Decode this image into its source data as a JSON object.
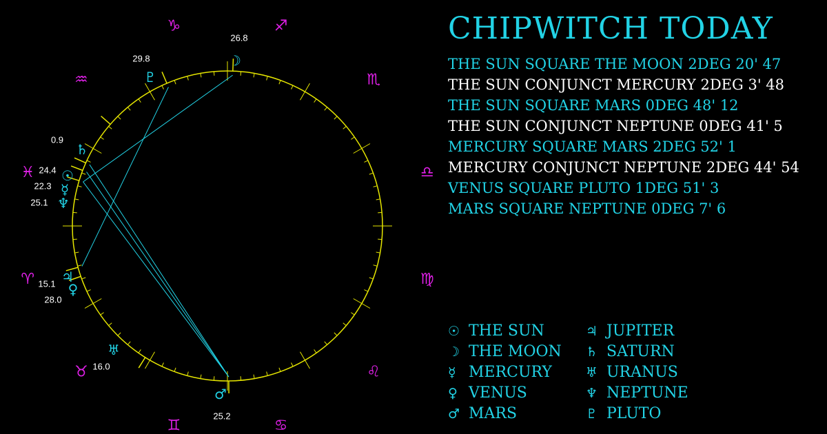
{
  "colors": {
    "background": "#000000",
    "cyan": "#22d3e6",
    "white": "#ffffff",
    "magenta": "#e020e8",
    "ring": "#e6e600",
    "label": "#ffffff"
  },
  "title": "CHIPWITCH TODAY",
  "aspects": [
    {
      "text": "THE SUN SQUARE THE MOON 2DEG 20' 47",
      "color": "cyan"
    },
    {
      "text": "THE SUN CONJUNCT MERCURY 2DEG 3' 48",
      "color": "white"
    },
    {
      "text": "THE SUN SQUARE MARS 0DEG 48' 12",
      "color": "cyan"
    },
    {
      "text": "THE SUN CONJUNCT NEPTUNE 0DEG 41' 5",
      "color": "white"
    },
    {
      "text": "MERCURY SQUARE MARS 2DEG 52' 1",
      "color": "cyan"
    },
    {
      "text": "MERCURY CONJUNCT NEPTUNE 2DEG 44' 54",
      "color": "white"
    },
    {
      "text": "VENUS SQUARE PLUTO 1DEG 51' 3",
      "color": "cyan"
    },
    {
      "text": "MARS SQUARE NEPTUNE 0DEG 7' 6",
      "color": "cyan"
    }
  ],
  "legend": [
    {
      "symbol": "☉",
      "icon": "sun-icon",
      "label": "THE SUN"
    },
    {
      "symbol": "☽",
      "icon": "moon-icon",
      "label": "THE MOON"
    },
    {
      "symbol": "☿",
      "icon": "mercury-icon",
      "label": "MERCURY"
    },
    {
      "symbol": "♀",
      "icon": "venus-icon",
      "label": "VENUS"
    },
    {
      "symbol": "♂",
      "icon": "mars-icon",
      "label": "MARS"
    },
    {
      "symbol": "♃",
      "icon": "jupiter-icon",
      "label": "JUPITER"
    },
    {
      "symbol": "♄",
      "icon": "saturn-icon",
      "label": "SATURN"
    },
    {
      "symbol": "♅",
      "icon": "uranus-icon",
      "label": "URANUS"
    },
    {
      "symbol": "♆",
      "icon": "neptune-icon",
      "label": "NEPTUNE"
    },
    {
      "symbol": "♇",
      "icon": "pluto-icon",
      "label": "PLUTO"
    }
  ],
  "zodiac": [
    {
      "symbol": "♈",
      "icon": "aries-icon"
    },
    {
      "symbol": "♉",
      "icon": "taurus-icon"
    },
    {
      "symbol": "♊",
      "icon": "gemini-icon"
    },
    {
      "symbol": "♋",
      "icon": "cancer-icon"
    },
    {
      "symbol": "♌",
      "icon": "leo-icon"
    },
    {
      "symbol": "♍",
      "icon": "virgo-icon"
    },
    {
      "symbol": "♎",
      "icon": "libra-icon"
    },
    {
      "symbol": "♏",
      "icon": "scorpio-icon"
    },
    {
      "symbol": "♐",
      "icon": "sagittarius-icon"
    },
    {
      "symbol": "♑",
      "icon": "capricorn-icon"
    },
    {
      "symbol": "♒",
      "icon": "aquarius-icon"
    },
    {
      "symbol": "♓",
      "icon": "pisces-icon"
    }
  ],
  "planets": [
    {
      "key": "sun",
      "symbol": "☉",
      "icon": "sun-icon",
      "sign": "pisces",
      "degree": "24.4"
    },
    {
      "key": "moon",
      "symbol": "☽",
      "icon": "moon-icon",
      "sign": "sagittarius",
      "degree": "26.8"
    },
    {
      "key": "mercury",
      "symbol": "☿",
      "icon": "mercury-icon",
      "sign": "pisces",
      "degree": "22.3"
    },
    {
      "key": "venus",
      "symbol": "♀",
      "icon": "venus-icon",
      "sign": "aries",
      "degree": "28.0"
    },
    {
      "key": "mars",
      "symbol": "♂",
      "icon": "mars-icon",
      "sign": "gemini",
      "degree": "25.2"
    },
    {
      "key": "jupiter",
      "symbol": "♃",
      "icon": "jupiter-icon",
      "sign": "aries",
      "degree": "15.1"
    },
    {
      "key": "saturn",
      "symbol": "♄",
      "icon": "saturn-icon",
      "sign": "pisces",
      "degree": "0.9"
    },
    {
      "key": "uranus",
      "symbol": "♅",
      "icon": "uranus-icon",
      "sign": "taurus",
      "degree": "16.0"
    },
    {
      "key": "neptune",
      "symbol": "♆",
      "icon": "neptune-icon",
      "sign": "pisces",
      "degree": "25.1"
    },
    {
      "key": "pluto",
      "symbol": "♇",
      "icon": "pluto-icon",
      "sign": "capricorn",
      "degree": "29.8"
    }
  ],
  "aspect_lines": [
    {
      "from": "sun",
      "to": "moon"
    },
    {
      "from": "sun",
      "to": "mars"
    },
    {
      "from": "mercury",
      "to": "mars"
    },
    {
      "from": "neptune",
      "to": "mars"
    },
    {
      "from": "venus",
      "to": "pluto"
    }
  ]
}
